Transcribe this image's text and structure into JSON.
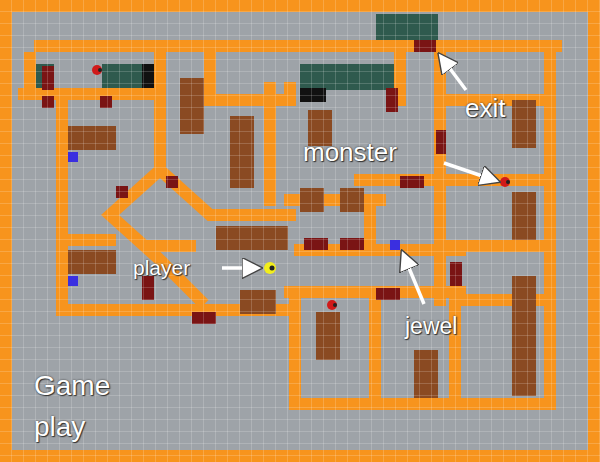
{
  "diagram": {
    "labels": [
      "exit",
      "monster",
      "player",
      "jewel",
      "Game play"
    ]
  }
}
